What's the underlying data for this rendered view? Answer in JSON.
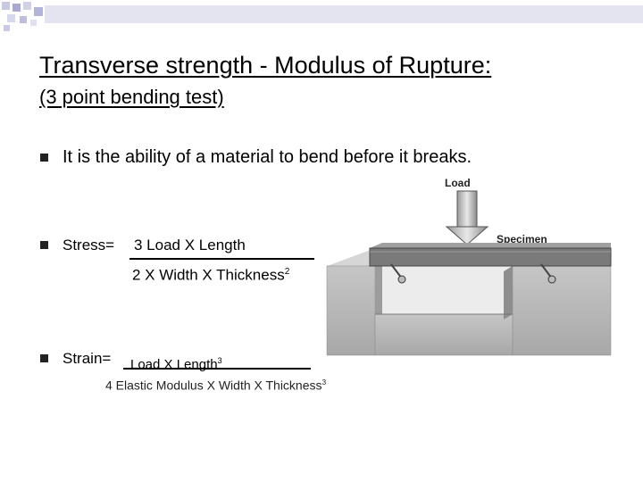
{
  "slide": {
    "title": "Transverse strength - Modulus of Rupture:",
    "subtitle": "(3 point bending test)"
  },
  "bullets": {
    "definition": "It is the ability of a material to bend before it breaks.",
    "stress": {
      "label": "Stress=",
      "numerator": "3 Load X Length",
      "denominator": "2 X Width X Thickness",
      "denominator_exp": "2"
    },
    "strain": {
      "label": "Strain=",
      "numerator": "Load X Length",
      "numerator_exp": "3",
      "denominator": "4 Elastic Modulus X Width X Thickness",
      "denominator_exp": "3"
    }
  },
  "diagram": {
    "load_label": "Load",
    "specimen_label": "Specimen"
  }
}
